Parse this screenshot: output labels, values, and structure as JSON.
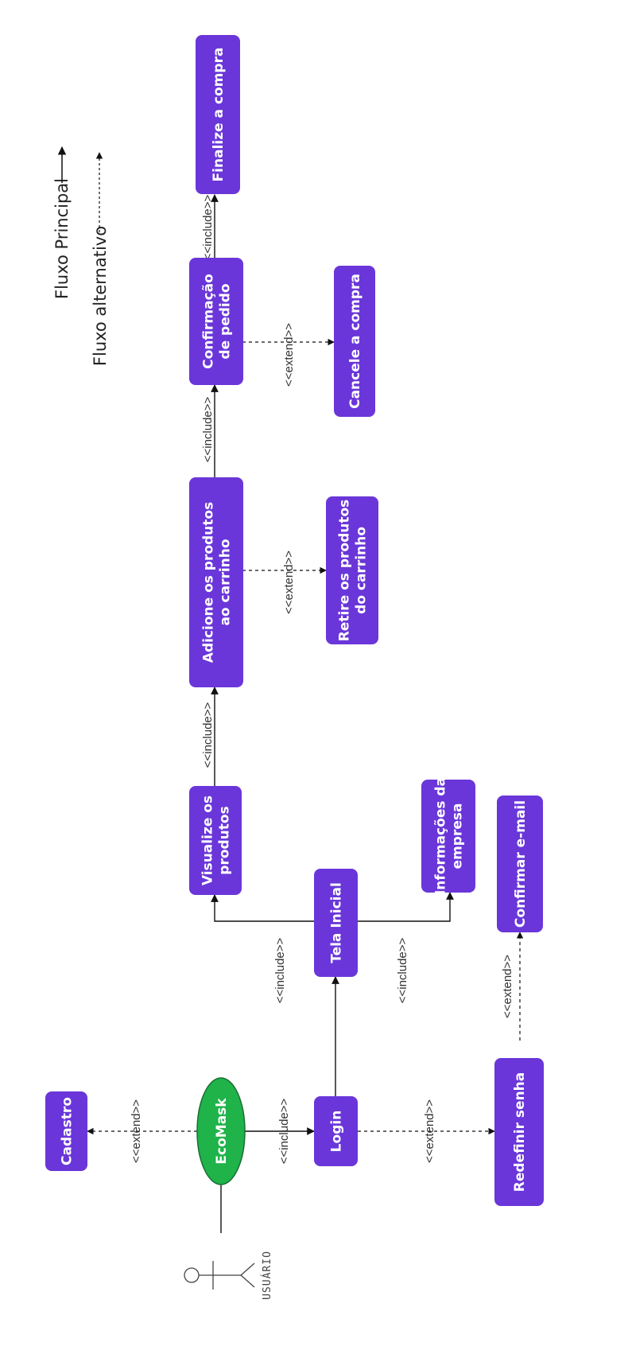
{
  "colors": {
    "node_fill": "#6a36d9",
    "oval_fill": "#1fb34a",
    "oval_stroke": "#1a6e33",
    "line": "#111111"
  },
  "legend": {
    "main_flow": "Fluxo Principal",
    "alt_flow": "Fluxo alternativo"
  },
  "actor": {
    "label": "USUÁRIO"
  },
  "system": {
    "label": "EcoMask"
  },
  "nodes": {
    "cadastro": [
      "Cadastro"
    ],
    "login": [
      "Login"
    ],
    "redefinir": [
      "Redefinir senha"
    ],
    "confirmar_email": [
      "Confirmar e-mail"
    ],
    "tela_inicial": [
      "Tela Inicial"
    ],
    "visualize": [
      "Visualize os",
      "produtos"
    ],
    "informacoes": [
      "Informações da",
      "empresa"
    ],
    "adicione": [
      "Adicione os produtos",
      "ao carrinho"
    ],
    "retire": [
      "Retire os produtos",
      "do carrinho"
    ],
    "confirmacao": [
      "Confirmação",
      "de pedido"
    ],
    "cancele": [
      "Cancele a compra"
    ],
    "finalize": [
      "Finalize a compra"
    ]
  },
  "relations": {
    "extend_cadastro": "<<extend>>",
    "include_login": "<<include>>",
    "extend_redefinir": "<<extend>>",
    "extend_email": "<<extend>>",
    "include_tela_visualize": "<<include>>",
    "include_tela_info": "<<include>>",
    "include_adicione": "<<include>>",
    "extend_retire": "<<extend>>",
    "include_confirmacao": "<<include>>",
    "extend_cancele": "<<extend>>",
    "include_finalize": "<<include>>"
  }
}
